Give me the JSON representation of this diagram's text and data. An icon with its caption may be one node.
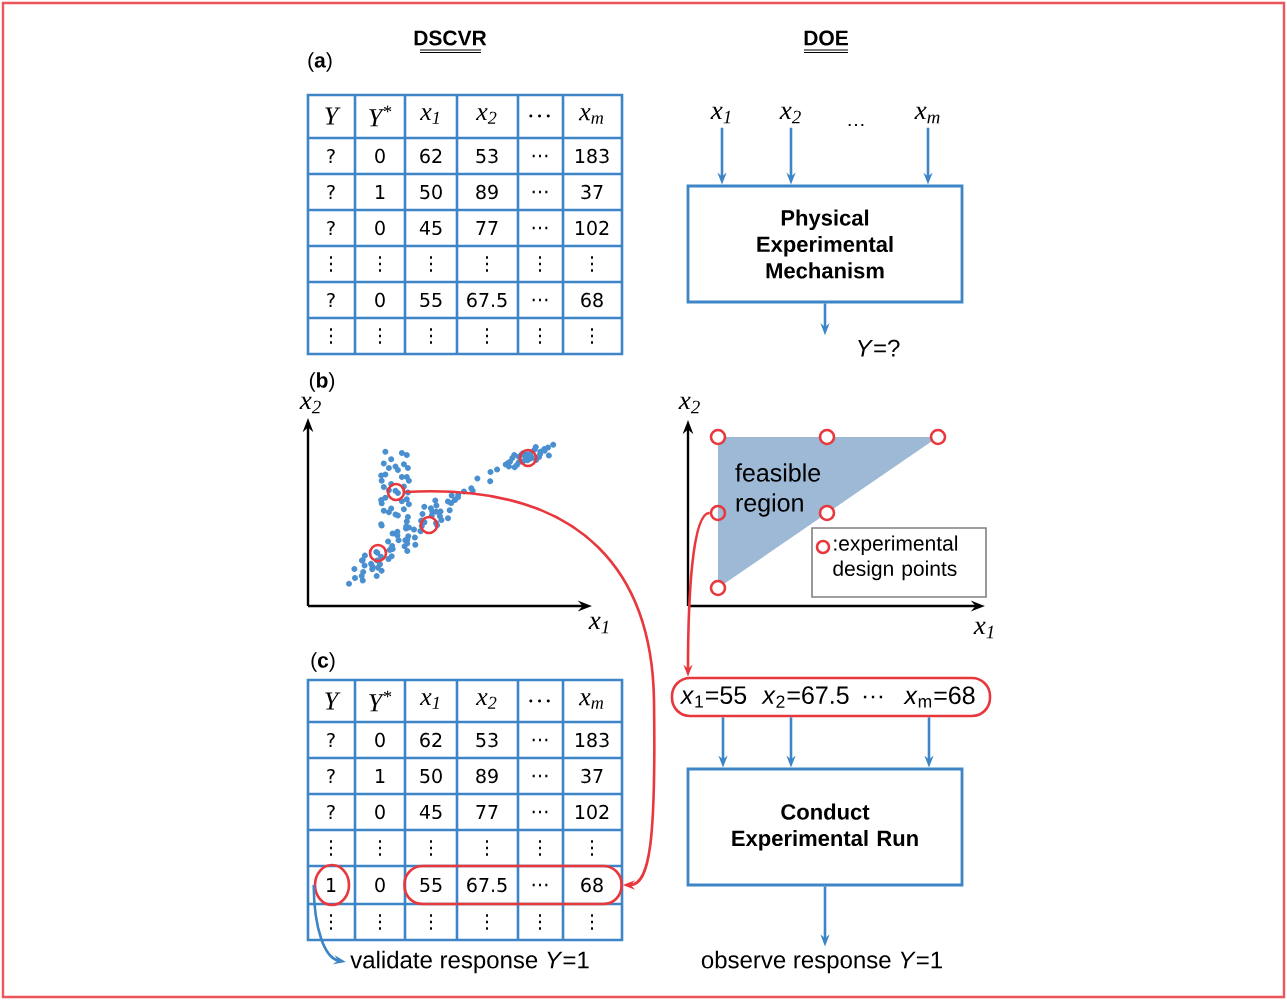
{
  "diagram": {
    "nodes": [
      {
        "text": [
          "x$_{1}$"
        ]
      },
      {
        "text": [
          "x$_{2}$"
        ]
      },
      {
        "text": [
          "x$_{m}$"
        ]
      },
      {
        "text": [
          "Physical Experimental Mechanism"
        ]
      },
      {
        "text": [
          "*Y*=?"
        ]
      },
      {
        "text": [],
        "shape": "circle"
      },
      {
        "text": [
          "feasible region"
        ]
      },
      {
        "text": [],
        "shape": "circle"
      },
      {
        "text": [
          "*x*$_{1}$=55",
          "*x*$_{2}$=67.5",
          "…",
          "*x*$_{m}$=68"
        ]
      },
      {
        "text": [
          "Conduct Experimental Run"
        ]
      },
      {
        "text": [
          "observe response *Y*=1"
        ]
      },
      {
        "text": [],
        "shape": "box"
      },
      {
        "text": [],
        "shape": "circle"
      },
      {
        "text": [
          "validate response *Y*=1"
        ]
      },
      {
        "text": [],
        "shape": "circle"
      },
      {
        "text": [],
        "shape": "circle"
      },
      {
        "text": [],
        "shape": "circle"
      }
    ],
    "edges": [
      {
        "from": 0,
        "to": 3,
        "arrow": "to"
      },
      {
        "from": 1,
        "to": 3,
        "arrow": "to"
      },
      {
        "from": 2,
        "to": 3,
        "arrow": "to"
      },
      {
        "from": 3,
        "to": 4,
        "arrow": "to"
      },
      {
        "from": 5,
        "to": 11,
        "arrow": "to",
        "color": "#e8383d"
      },
      {
        "from": 7,
        "to": 8,
        "arrow": "to",
        "color": "#e8383d"
      },
      {
        "from": 8,
        "to": 9,
        "arrow": "to"
      },
      {
        "from": 8,
        "to": 9,
        "arrow": "to"
      },
      {
        "from": 8,
        "to": 9,
        "arrow": "to"
      },
      {
        "from": 9,
        "to": 10,
        "arrow": "to"
      },
      {
        "from": 12,
        "to": 13,
        "arrow": "to"
      }
    ],
    "labels": [
      "DSCVR",
      "DOE",
      "(**a**)",
      "Y",
      "Y$^{*}$",
      "x$_{1}$",
      "x$_{2}$",
      "…",
      "x$_{m}$",
      "?",
      "0",
      "62",
      "53",
      "…",
      "183",
      "?",
      "1",
      "50",
      "89",
      "…",
      "37",
      "?",
      "0",
      "45",
      "77",
      "…",
      "102",
      "⋮",
      "⋮",
      "⋮",
      "⋮",
      "⋮",
      "⋮",
      "?",
      "0",
      "55",
      "67.5",
      "…",
      "68",
      "⋮",
      "⋮",
      "⋮",
      "⋮",
      "⋮",
      "⋮",
      "…",
      "(**b**)",
      "x$_{2}$",
      "x$_{1}$",
      "x$_{2}$",
      "x$_{1}$",
      "(**c**)",
      "Y",
      "Y$^{*}$",
      "x$_{1}$",
      "x$_{2}$",
      "…",
      "x$_{m}$",
      "?",
      "0",
      "62",
      "53",
      "…",
      "183",
      "?",
      "1",
      "50",
      "89",
      "…",
      "37",
      "?",
      "0",
      "45",
      "77",
      "…",
      "102",
      "⋮",
      "⋮",
      "⋮",
      "⋮",
      "⋮",
      "⋮",
      "1",
      "0",
      "55",
      "67.5",
      "…",
      "68",
      "⋮",
      "⋮",
      "⋮",
      "⋮",
      "⋮",
      "⋮"
    ],
    "legend": [
      {
        "text": ":experimental design points"
      }
    ]
  }
}
